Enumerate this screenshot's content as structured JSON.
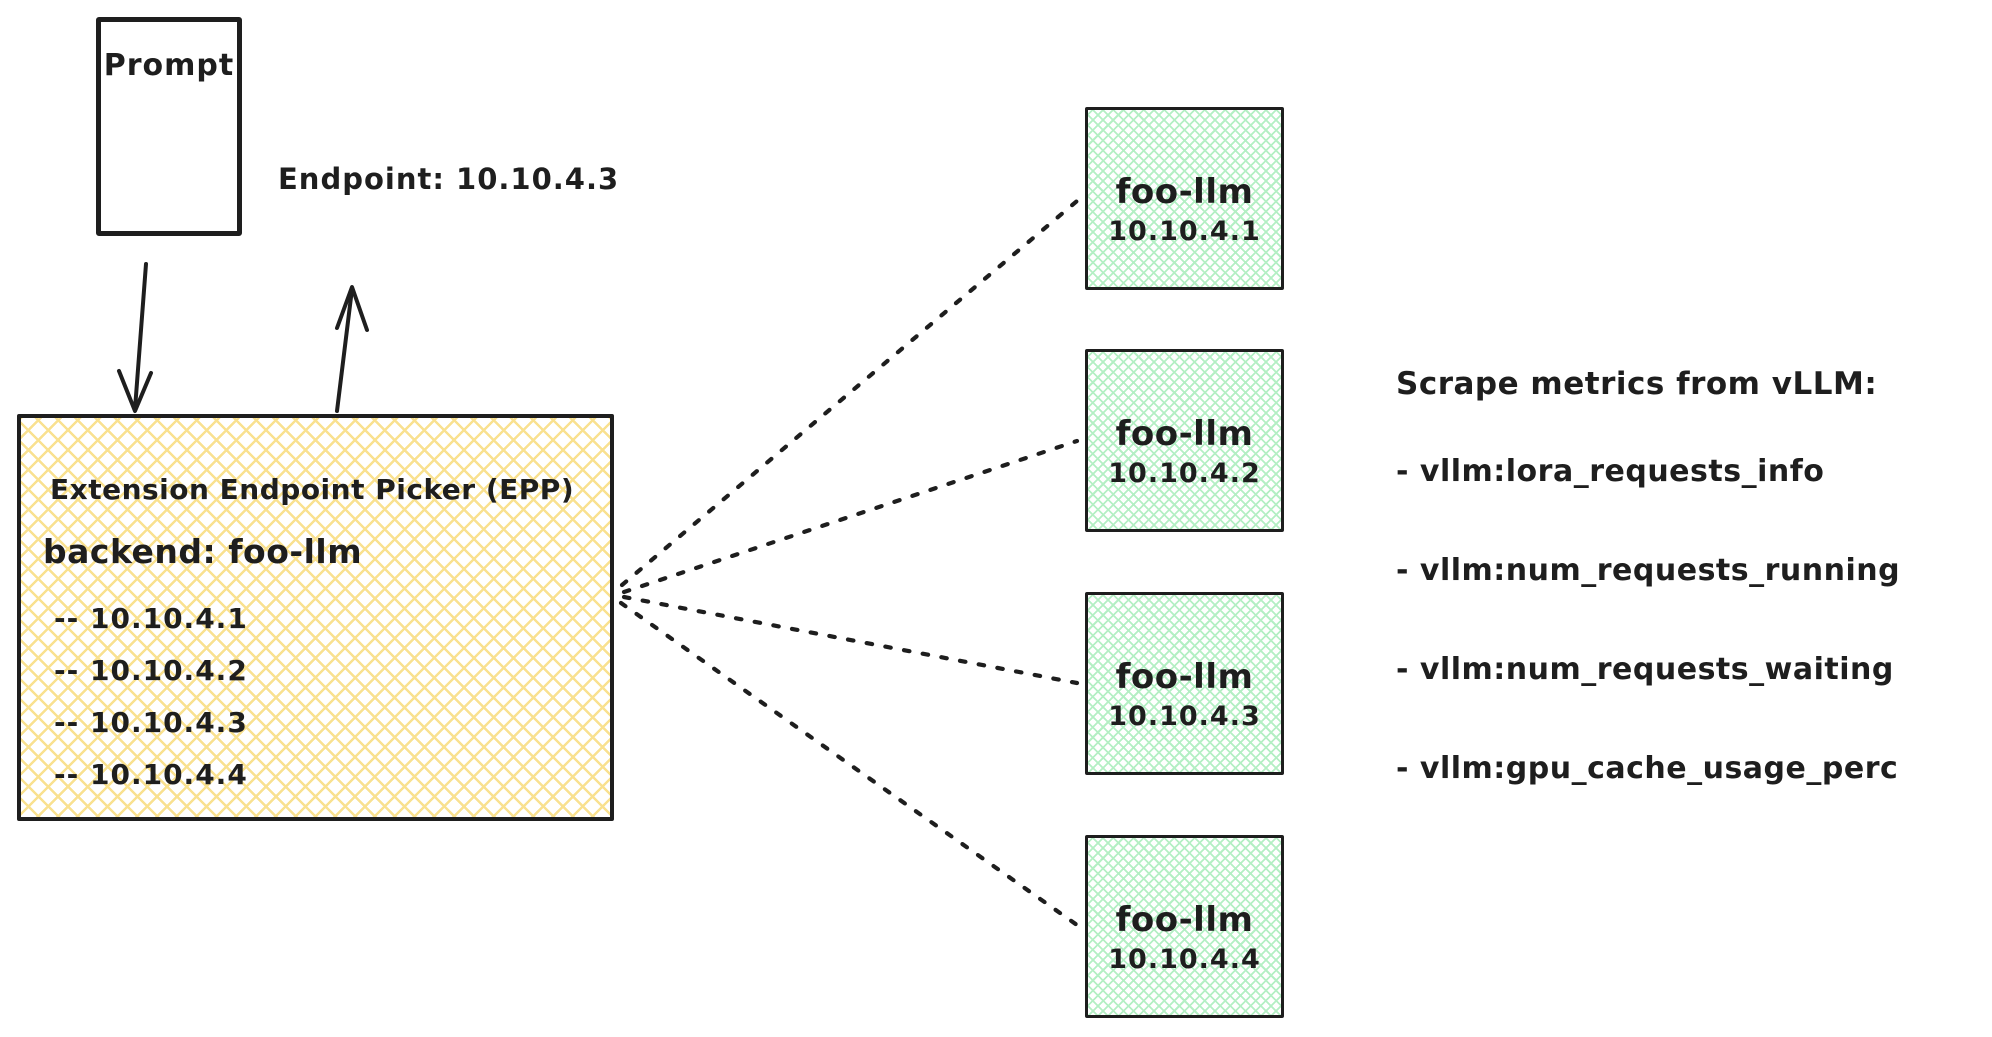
{
  "prompt": {
    "label": "Prompt"
  },
  "endpoint_label": "Endpoint: 10.10.4.3",
  "epp": {
    "title": "Extension Endpoint Picker (EPP)",
    "backend_line": "backend: foo-llm",
    "endpoints": [
      "-- 10.10.4.1",
      "-- 10.10.4.2",
      "-- 10.10.4.3",
      "-- 10.10.4.4"
    ]
  },
  "backends": [
    {
      "name": "foo-llm",
      "ip": "10.10.4.1"
    },
    {
      "name": "foo-llm",
      "ip": "10.10.4.2"
    },
    {
      "name": "foo-llm",
      "ip": "10.10.4.3"
    },
    {
      "name": "foo-llm",
      "ip": "10.10.4.4"
    }
  ],
  "metrics": {
    "title": "Scrape metrics from vLLM:",
    "items": [
      "- vllm:lora_requests_info",
      "- vllm:num_requests_running",
      "- vllm:num_requests_waiting",
      "- vllm:gpu_cache_usage_perc"
    ]
  },
  "colors": {
    "stroke": "#1e1e1e",
    "yellow_hatch": "#f9e190",
    "green_hatch": "#b4efc4"
  }
}
